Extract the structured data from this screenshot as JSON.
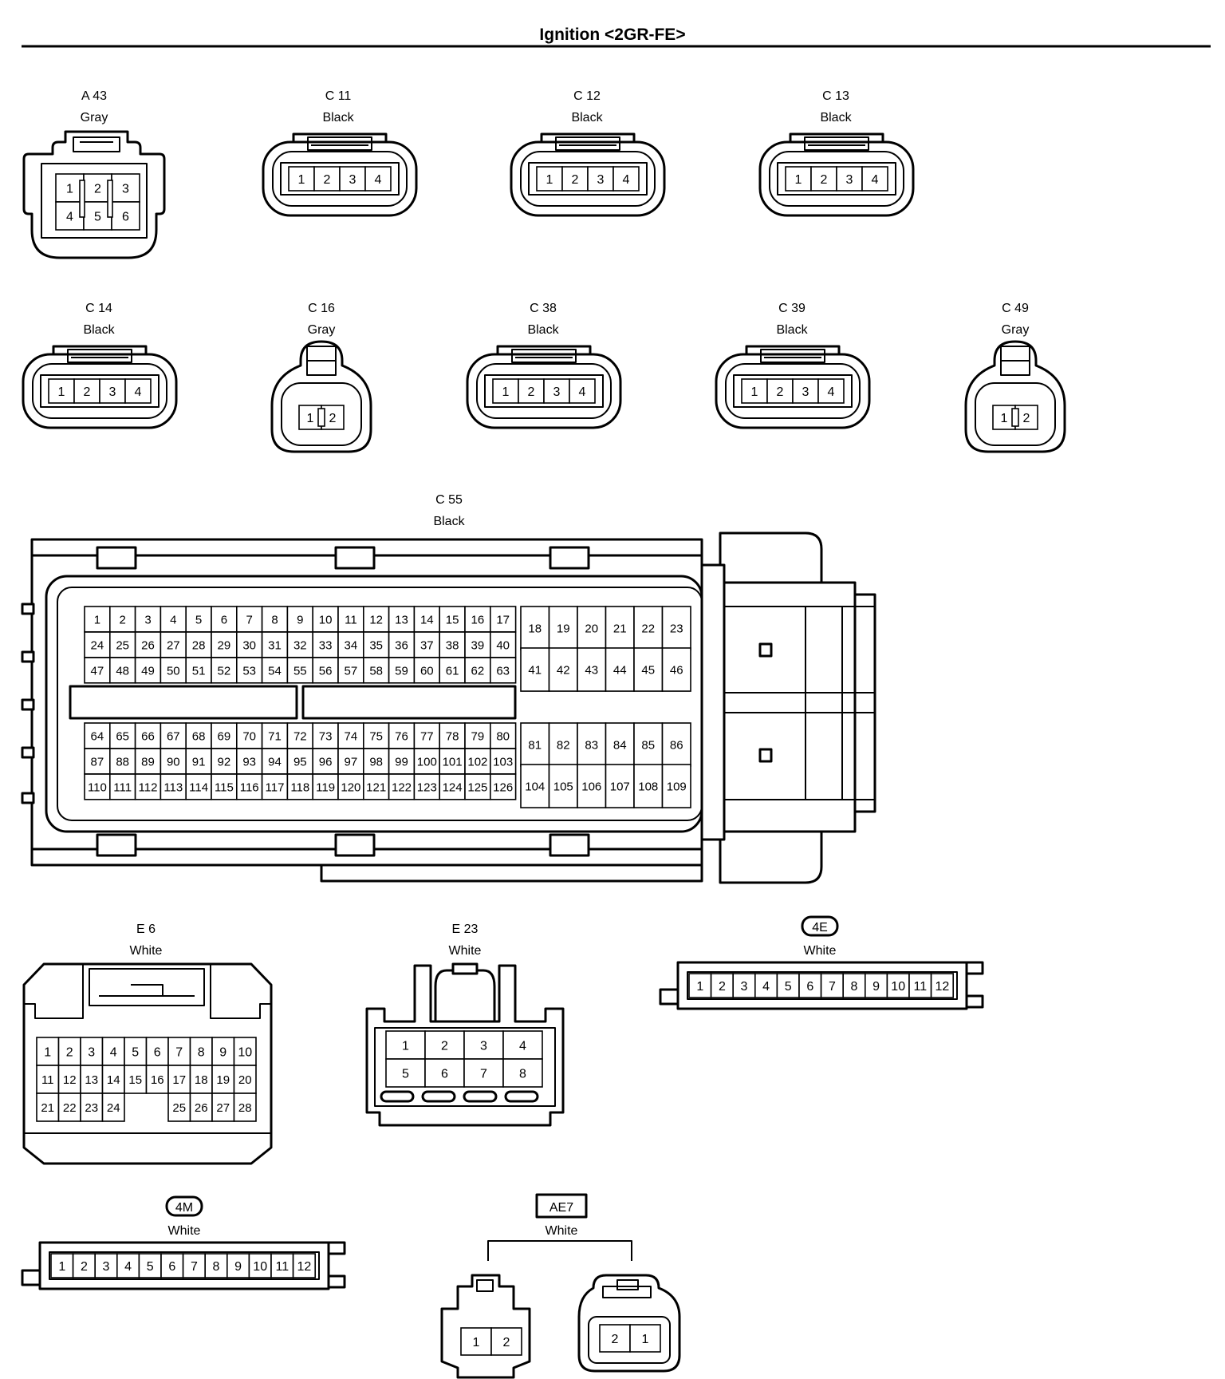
{
  "title": "Ignition <2GR-FE>",
  "connectors": {
    "a43": {
      "code": "A 43",
      "color": "Gray",
      "pins": [
        "1",
        "2",
        "3",
        "4",
        "5",
        "6"
      ]
    },
    "c11": {
      "code": "C 11",
      "color": "Black",
      "pins": [
        "1",
        "2",
        "3",
        "4"
      ]
    },
    "c12": {
      "code": "C 12",
      "color": "Black",
      "pins": [
        "1",
        "2",
        "3",
        "4"
      ]
    },
    "c13": {
      "code": "C 13",
      "color": "Black",
      "pins": [
        "1",
        "2",
        "3",
        "4"
      ]
    },
    "c14": {
      "code": "C 14",
      "color": "Black",
      "pins": [
        "1",
        "2",
        "3",
        "4"
      ]
    },
    "c16": {
      "code": "C 16",
      "color": "Gray",
      "pins": [
        "1",
        "2"
      ]
    },
    "c38": {
      "code": "C 38",
      "color": "Black",
      "pins": [
        "1",
        "2",
        "3",
        "4"
      ]
    },
    "c39": {
      "code": "C 39",
      "color": "Black",
      "pins": [
        "1",
        "2",
        "3",
        "4"
      ]
    },
    "c49": {
      "code": "C 49",
      "color": "Gray",
      "pins": [
        "1",
        "2"
      ]
    },
    "c55": {
      "code": "C 55",
      "color": "Black",
      "pin_count": 126
    },
    "e6": {
      "code": "E 6",
      "color": "White",
      "pins": [
        "1",
        "2",
        "3",
        "4",
        "5",
        "6",
        "7",
        "8",
        "9",
        "10",
        "11",
        "12",
        "13",
        "14",
        "15",
        "16",
        "17",
        "18",
        "19",
        "20",
        "21",
        "22",
        "23",
        "24",
        "25",
        "26",
        "27",
        "28"
      ]
    },
    "e23": {
      "code": "E 23",
      "color": "White",
      "pins": [
        "1",
        "2",
        "3",
        "4",
        "5",
        "6",
        "7",
        "8"
      ]
    },
    "c4e": {
      "code": "4E",
      "color": "White",
      "pins": [
        "1",
        "2",
        "3",
        "4",
        "5",
        "6",
        "7",
        "8",
        "9",
        "10",
        "11",
        "12"
      ]
    },
    "c4m": {
      "code": "4M",
      "color": "White",
      "pins": [
        "1",
        "2",
        "3",
        "4",
        "5",
        "6",
        "7",
        "8",
        "9",
        "10",
        "11",
        "12"
      ]
    },
    "ae7": {
      "code": "AE7",
      "color": "White",
      "pins_left": [
        "1",
        "2"
      ],
      "pins_right": [
        "2",
        "1"
      ]
    }
  }
}
